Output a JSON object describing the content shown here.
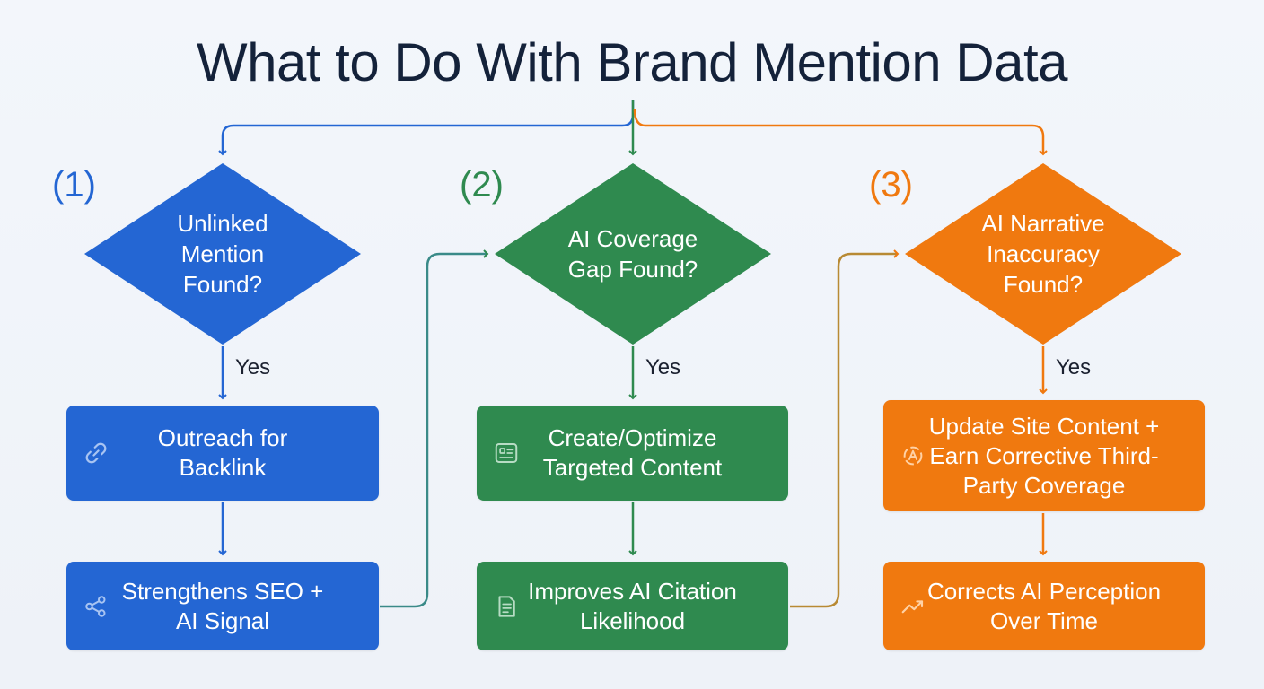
{
  "title": "What to Do With Brand Mention Data",
  "colors": {
    "blue": "#2466d3",
    "green": "#2f8a4f",
    "orange": "#f0790f",
    "title": "#14223a"
  },
  "yes_label": "Yes",
  "columns": [
    {
      "number": "(1)",
      "color": "blue",
      "question": "Unlinked Mention Found?",
      "action": {
        "label": "Outreach for Backlink",
        "icon": "link-icon"
      },
      "result": {
        "label": "Strengthens SEO + AI Signal",
        "icon": "share-nodes-icon"
      }
    },
    {
      "number": "(2)",
      "color": "green",
      "question": "AI Coverage Gap Found?",
      "action": {
        "label": "Create/Optimize Targeted Content",
        "icon": "content-card-icon"
      },
      "result": {
        "label": "Improves AI Citation Likelihood",
        "icon": "document-icon"
      }
    },
    {
      "number": "(3)",
      "color": "orange",
      "question": "AI Narrative Inaccuracy Found?",
      "action": {
        "label": "Update Site Content + Earn Corrective Third-Party Coverage",
        "icon": "target-icon"
      },
      "result": {
        "label": "Corrects AI Perception Over Time",
        "icon": "trend-up-icon"
      }
    }
  ]
}
